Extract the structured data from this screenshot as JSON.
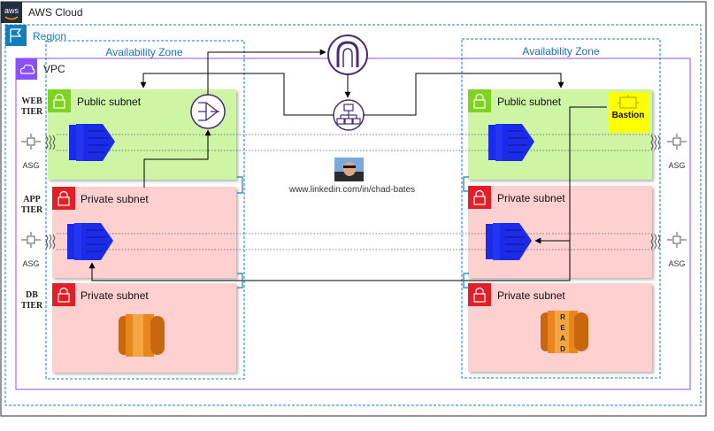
{
  "diagram": {
    "cloud_label": "AWS Cloud",
    "aws_logo_text": "aws",
    "region_label": "Region",
    "vpc_label": "VPC",
    "az_left_label": "Availability Zone",
    "az_right_label": "Availability Zone",
    "tiers": {
      "web_line1": "WEB",
      "web_line2": "TIER",
      "app_line1": "APP",
      "app_line2": "TIER",
      "db_line1": "DB",
      "db_line2": "TIER"
    },
    "subnets": {
      "left_web": "Public subnet",
      "left_app": "Private subnet",
      "left_db": "Private subnet",
      "right_web": "Public subnet",
      "right_app": "Private subnet",
      "right_db": "Private subnet"
    },
    "bastion_label": "Bastion",
    "asg_label": "ASG",
    "read_replica_letters": [
      "R",
      "E",
      "A",
      "D"
    ],
    "linkedin_text": "www.linkedin.com/in/chad-bates"
  },
  "colors": {
    "cloud_border": "#232f3e",
    "region_border": "#147eba",
    "vpc_border": "#8c4fff",
    "public_fill": "#cdf5a3",
    "private_fill": "#ffd0d0",
    "lock_red": "#e41e26",
    "lock_green": "#7ed321",
    "ec2_blue": "#1a2ce8",
    "rds_orange": "#e8861b",
    "bastion_yellow": "#ffff00",
    "gateway_purple": "#5a2d82"
  }
}
